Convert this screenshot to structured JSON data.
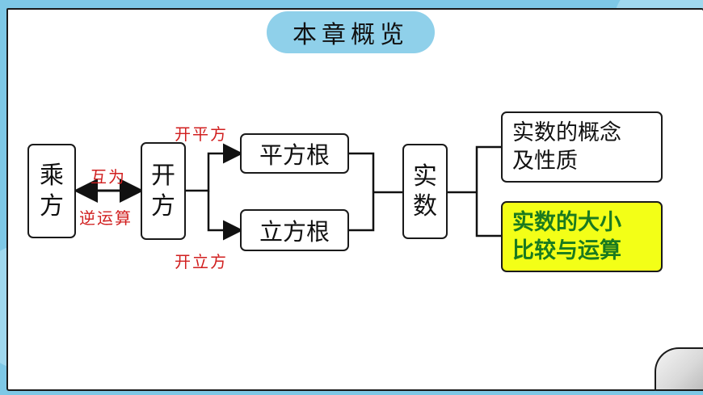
{
  "title": "本章概览",
  "nodes": {
    "chengfang": [
      "乘",
      "方"
    ],
    "kaifang": [
      "开",
      "方"
    ],
    "pingfanggen": "平方根",
    "lifanggen": "立方根",
    "shishu": [
      "实",
      "数"
    ],
    "concept": [
      "实数的概念",
      "及性质"
    ],
    "compare": [
      "实数的大小",
      "比较与运算"
    ]
  },
  "edge_labels": {
    "mutual_top": "互为",
    "mutual_bottom": "逆运算",
    "sqrt_label": "开平方",
    "cbrt_label": "开立方"
  },
  "colors": {
    "edge_label": "#d11f1f",
    "highlight_fill": "#f3ff17",
    "highlight_text": "#1a7a1f",
    "title_tag": "#8fd0ea"
  }
}
